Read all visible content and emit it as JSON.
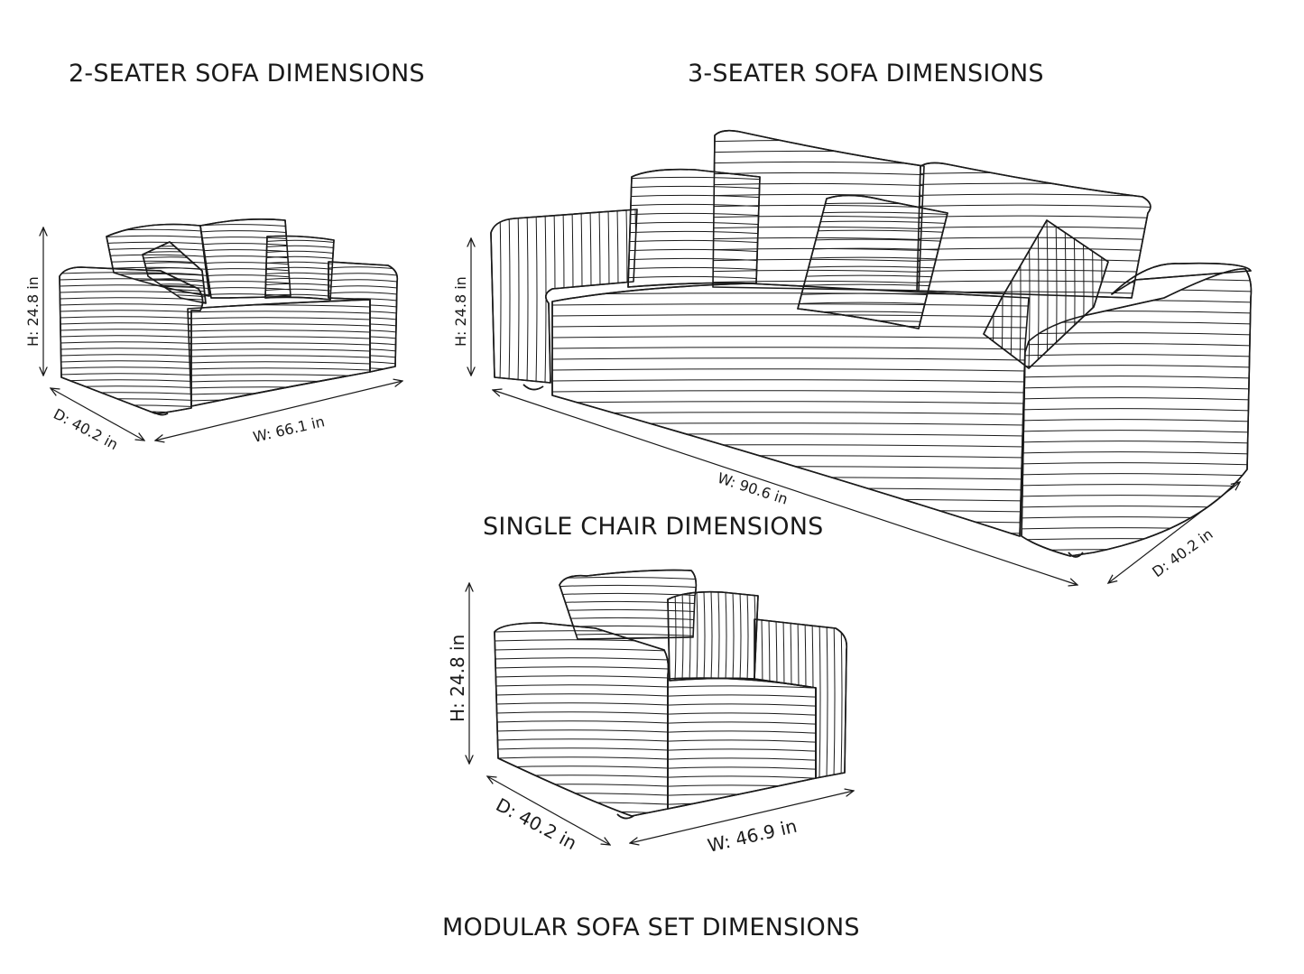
{
  "titles": {
    "two_seater": "2-SEATER SOFA DIMENSIONS",
    "three_seater": "3-SEATER SOFA DIMENSIONS",
    "single_chair": "SINGLE CHAIR DIMENSIONS",
    "modular_set": "MODULAR SOFA SET DIMENSIONS"
  },
  "two_seater": {
    "height": "H: 24.8 in",
    "depth": "D: 40.2 in",
    "width": "W: 66.1 in"
  },
  "three_seater": {
    "height": "H: 24.8 in",
    "width": "W: 90.6 in",
    "depth": "D: 40.2 in"
  },
  "single_chair": {
    "height": "H: 24.8 in",
    "depth": "D: 40.2 in",
    "width": "W: 46.9 in"
  },
  "colors": {
    "line": "#1a1a1a",
    "background": "#ffffff"
  }
}
